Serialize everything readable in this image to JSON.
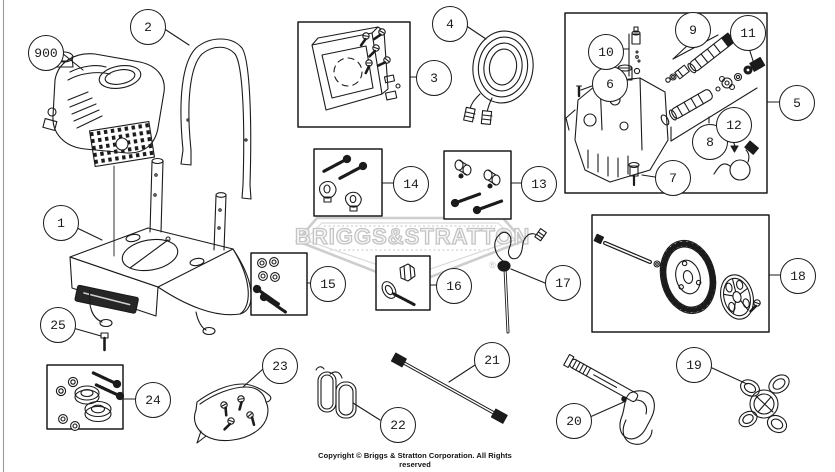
{
  "diagram": {
    "watermark": {
      "text": "BRIGGS&STRATTON",
      "registered": "®"
    },
    "copyright": "Copyright © Briggs & Stratton Corporation. All Rights reserved",
    "callouts": {
      "c900": "900",
      "c1": "1",
      "c2": "2",
      "c3": "3",
      "c4": "4",
      "c5": "5",
      "c6": "6",
      "c7": "7",
      "c8": "8",
      "c9": "9",
      "c10": "10",
      "c11": "11",
      "c12": "12",
      "c13": "13",
      "c14": "14",
      "c15": "15",
      "c16": "16",
      "c17": "17",
      "c18": "18",
      "c19": "19",
      "c20": "20",
      "c21": "21",
      "c22": "22",
      "c23": "23",
      "c24": "24",
      "c25": "25"
    },
    "colors": {
      "line": "#1b1b1b",
      "watermark": "#c4c4c4",
      "background": "#ffffff"
    }
  }
}
